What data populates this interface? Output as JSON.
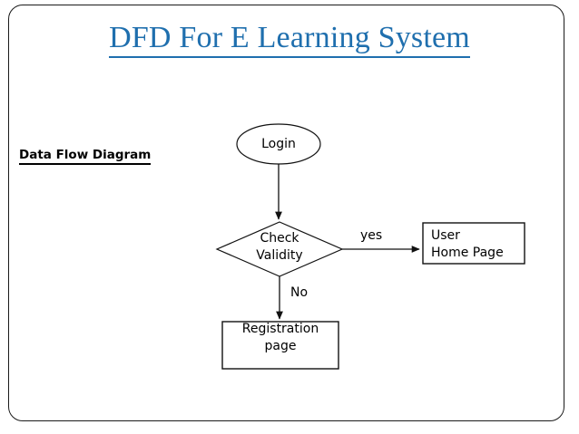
{
  "slide": {
    "title": "DFD For E Learning System",
    "section_label": "Data Flow Diagram",
    "title_color": "#1f6fae",
    "text_color": "#000000",
    "frame_color": "#1a1a1a",
    "background": "#ffffff"
  },
  "diagram": {
    "type": "flowchart",
    "nodes": [
      {
        "id": "login",
        "shape": "ellipse",
        "label": "Login"
      },
      {
        "id": "check-validity",
        "shape": "diamond",
        "label": "Check\nValidity"
      },
      {
        "id": "user-home-page",
        "shape": "rectangle",
        "label": "User\nHome Page"
      },
      {
        "id": "registration-page",
        "shape": "rectangle",
        "label": "Registration\npage"
      }
    ],
    "edges": [
      {
        "from": "login",
        "to": "check-validity",
        "label": ""
      },
      {
        "from": "check-validity",
        "to": "user-home-page",
        "label": "yes"
      },
      {
        "from": "check-validity",
        "to": "registration-page",
        "label": "No"
      }
    ],
    "edge_labels": {
      "yes": "yes",
      "no": "No"
    }
  }
}
